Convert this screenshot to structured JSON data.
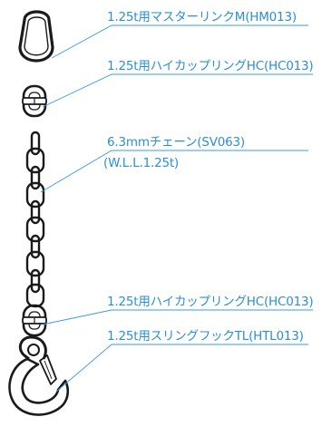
{
  "callouts": [
    {
      "id": "master-link",
      "label": "1.25t用マスターリンクM(HM013)"
    },
    {
      "id": "coupler-top",
      "label": "1.25t用ハイカップリングHC(HC013)"
    },
    {
      "id": "chain",
      "label": "6.3mmチェーン(SV063)",
      "sublabel": "(W.L.L.1.25t)"
    },
    {
      "id": "coupler-bottom",
      "label": "1.25t用ハイカップリングHC(HC013)"
    },
    {
      "id": "hook",
      "label": "1.25t用スリングフックTL(HTL013)"
    }
  ],
  "colors": {
    "accent": "#2a8fd6",
    "line": "#3b9be0",
    "ink": "#1a1a1a",
    "fill": "#ffffff"
  }
}
